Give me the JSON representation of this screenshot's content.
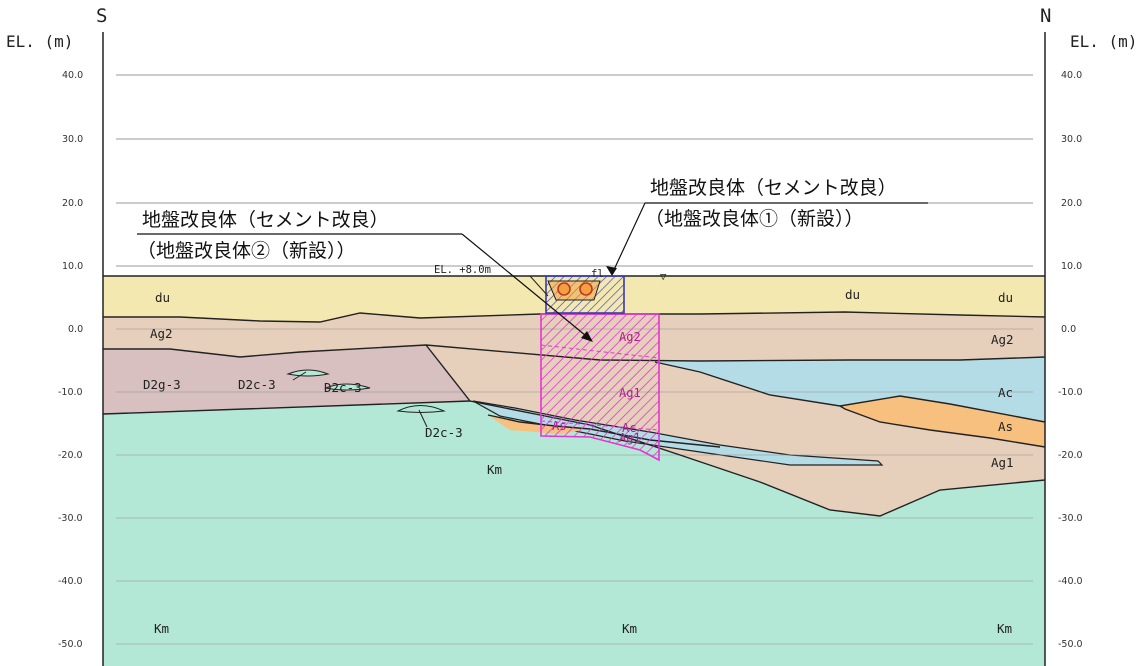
{
  "orientation": {
    "left": "S",
    "right": "N"
  },
  "axis_unit": "EL. (m)",
  "elevation_ticks": [
    "40.0",
    "30.0",
    "20.0",
    "10.0",
    "0.0",
    "-10.0",
    "-20.0",
    "-30.0",
    "-40.0",
    "-50.0"
  ],
  "ground_level_label": "EL. +8.0m",
  "fill_label": "fl",
  "water_symbol": "▽",
  "layers": {
    "du": "du",
    "Ag2": "Ag2",
    "Ag1": "Ag1",
    "Ac": "Ac",
    "As": "As",
    "D2g3": "D2g-3",
    "D2c3": "D2c-3",
    "Km": "Km"
  },
  "callout_1": {
    "line1": "地盤改良体（セメント改良）",
    "line2": "（地盤改良体①（新設））"
  },
  "callout_2": {
    "line1": "地盤改良体（セメント改良）",
    "line2": "（地盤改良体②（新設））"
  },
  "colors": {
    "du": "#f3e9b0",
    "Ag": "#e6d0bc",
    "D2g3": "#d8c0c0",
    "Km": "#b3e8d6",
    "Ac": "#b4dce6",
    "As": "#f7c07e",
    "improvement_2": "#e535d2",
    "improvement_1": "#3a3ab0",
    "pipe": "#f2a040"
  }
}
